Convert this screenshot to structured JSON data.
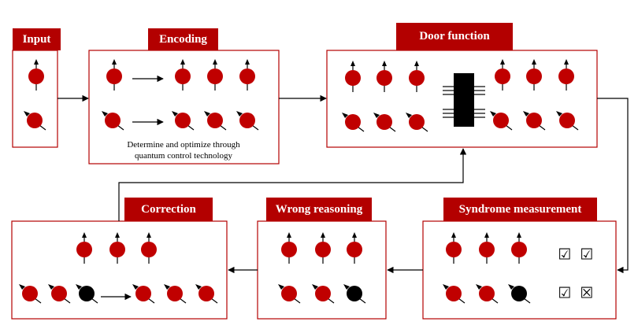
{
  "stages": {
    "input": {
      "label": "Input"
    },
    "encoding": {
      "label": "Encoding",
      "caption_line1": "Determine and optimize through",
      "caption_line2": "quantum control technology"
    },
    "door_function": {
      "label": "Door function"
    },
    "syndrome_measurement": {
      "label": "Syndrome measurement"
    },
    "wrong_reasoning": {
      "label": "Wrong reasoning"
    },
    "correction": {
      "label": "Correction"
    }
  },
  "symbols": {
    "check": "☑",
    "cross": "☒"
  },
  "colors": {
    "accent": "#b30000",
    "qubit": "#c00000",
    "error_qubit": "#000000",
    "panel_border": "#b30000"
  },
  "icons": [
    "spin-up-qubit-icon",
    "spin-tilted-qubit-icon",
    "error-qubit-icon",
    "quantum-chip-icon",
    "checkbox-checked-icon",
    "checkbox-cross-icon",
    "arrow-icon"
  ]
}
